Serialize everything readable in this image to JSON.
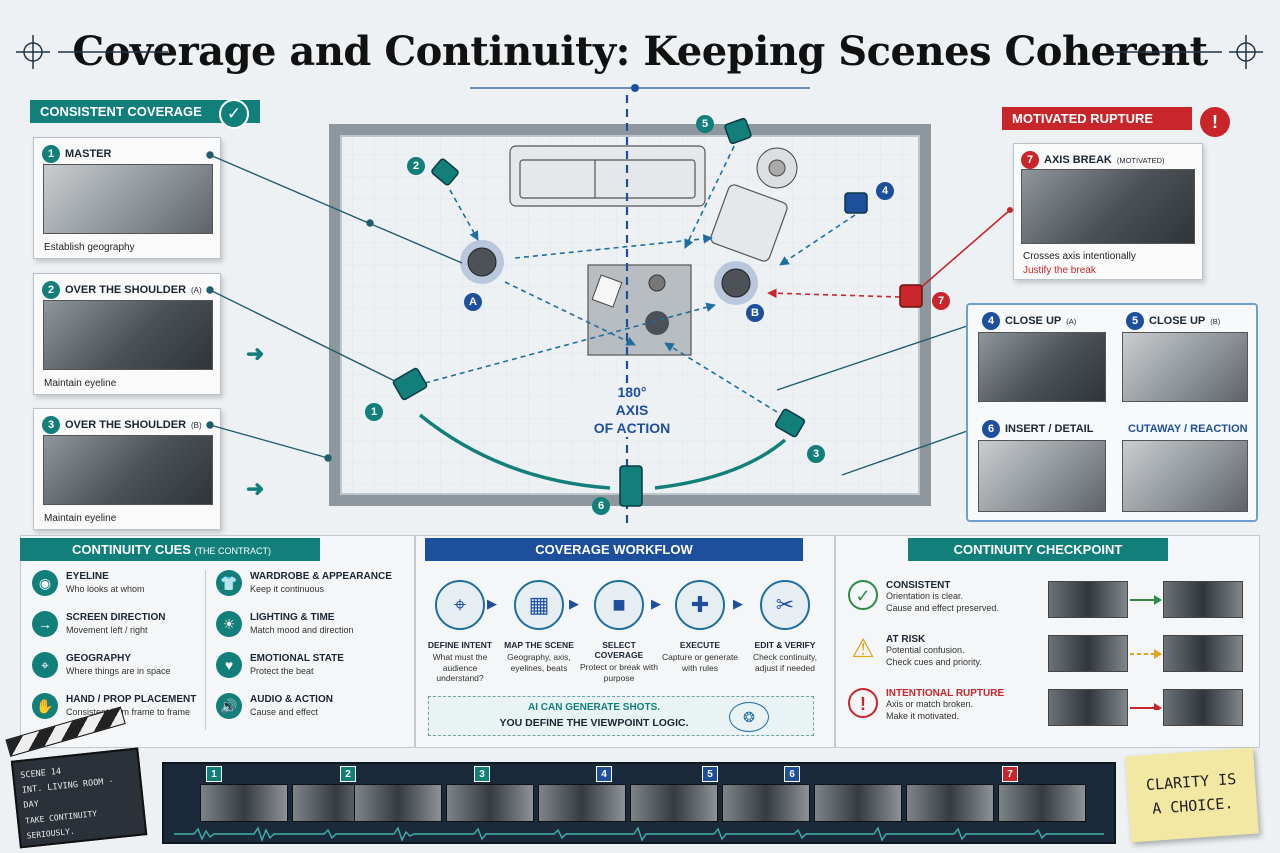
{
  "title": "Coverage and Continuity: Keeping Scenes Coherent",
  "colors": {
    "teal": "#127f7a",
    "blue": "#1e4f9c",
    "red": "#c8262b",
    "paper": "#eef1f3"
  },
  "consistent_coverage": {
    "banner": "CONSISTENT COVERAGE",
    "icon": "check-icon",
    "cards": [
      {
        "num": "1",
        "title": "MASTER",
        "sub": "",
        "caption": "Establish geography"
      },
      {
        "num": "2",
        "title": "OVER THE SHOULDER",
        "sub": "(A)",
        "caption": "Maintain eyeline"
      },
      {
        "num": "3",
        "title": "OVER THE SHOULDER",
        "sub": "(B)",
        "caption": "Maintain eyeline"
      }
    ]
  },
  "motivated_rupture": {
    "banner": "MOTIVATED RUPTURE",
    "icon": "alert-icon",
    "card": {
      "num": "7",
      "title": "AXIS BREAK",
      "sub": "(MOTIVATED)",
      "caption": "Crosses axis intentionally",
      "note": "Justify the break"
    }
  },
  "floorplan": {
    "axis_label": [
      "180°",
      "AXIS",
      "OF ACTION"
    ],
    "character_a": "A",
    "character_b": "B",
    "camera_numbers": [
      "1",
      "2",
      "3",
      "4",
      "5",
      "6",
      "7"
    ]
  },
  "right_shots": [
    {
      "num": "4",
      "title": "CLOSE UP",
      "sub": "(A)"
    },
    {
      "num": "5",
      "title": "CLOSE UP",
      "sub": "(B)"
    },
    {
      "num": "6",
      "title": "INSERT / DETAIL",
      "sub": ""
    },
    {
      "num": "",
      "title": "CUTAWAY / REACTION",
      "sub": ""
    }
  ],
  "continuity_cues": {
    "banner": "CONTINUITY CUES",
    "banner_sub": "(THE CONTRACT)",
    "items": [
      {
        "icon": "eye-icon",
        "title": "EYELINE",
        "desc": "Who looks at whom"
      },
      {
        "icon": "arrow-right-icon",
        "title": "SCREEN DIRECTION",
        "desc": "Movement left / right"
      },
      {
        "icon": "map-pin-icon",
        "title": "GEOGRAPHY",
        "desc": "Where things are in space"
      },
      {
        "icon": "hand-icon",
        "title": "HAND / PROP PLACEMENT",
        "desc": "Consistent from frame to frame"
      },
      {
        "icon": "shirt-icon",
        "title": "WARDROBE & APPEARANCE",
        "desc": "Keep it continuous"
      },
      {
        "icon": "sun-icon",
        "title": "LIGHTING & TIME",
        "desc": "Match mood and direction"
      },
      {
        "icon": "heart-icon",
        "title": "EMOTIONAL STATE",
        "desc": "Protect the beat"
      },
      {
        "icon": "speaker-icon",
        "title": "AUDIO & ACTION",
        "desc": "Cause and effect"
      }
    ]
  },
  "coverage_workflow": {
    "banner": "COVERAGE WORKFLOW",
    "steps": [
      {
        "icon": "crosshair-icon",
        "title": "DEFINE INTENT",
        "desc": "What must the audience understand?"
      },
      {
        "icon": "map-icon",
        "title": "MAP THE SCENE",
        "desc": "Geography, axis, eyelines, beats"
      },
      {
        "icon": "camera-icon",
        "title": "SELECT COVERAGE",
        "desc": "Protect or break with purpose"
      },
      {
        "icon": "puzzle-icon",
        "title": "EXECUTE",
        "desc": "Capture or generate with rules"
      },
      {
        "icon": "scissors-icon",
        "title": "EDIT & VERIFY",
        "desc": "Check continuity, adjust if needed"
      }
    ],
    "ai_line1": "AI CAN GENERATE SHOTS.",
    "ai_line2": "YOU DEFINE THE VIEWPOINT LOGIC."
  },
  "continuity_checkpoint": {
    "banner": "CONTINUITY CHECKPOINT",
    "items": [
      {
        "icon": "check-circle-icon",
        "title": "CONSISTENT",
        "desc1": "Orientation is clear.",
        "desc2": "Cause and effect preserved."
      },
      {
        "icon": "warning-icon",
        "title": "AT RISK",
        "desc1": "Potential confusion.",
        "desc2": "Check cues and priority."
      },
      {
        "icon": "alert-icon",
        "title": "INTENTIONAL RUPTURE",
        "desc1": "Axis or match broken.",
        "desc2": "Make it motivated."
      }
    ]
  },
  "slate": {
    "line1": "SCENE 14",
    "line2": "INT. LIVING ROOM - DAY",
    "line3": "TAKE CONTINUITY SERIOUSLY."
  },
  "filmstrip": {
    "markers": [
      "1",
      "2",
      "3",
      "4",
      "5",
      "6",
      "7"
    ]
  },
  "sticky_note": {
    "line1": "CLARITY IS",
    "line2": "A CHOICE."
  }
}
